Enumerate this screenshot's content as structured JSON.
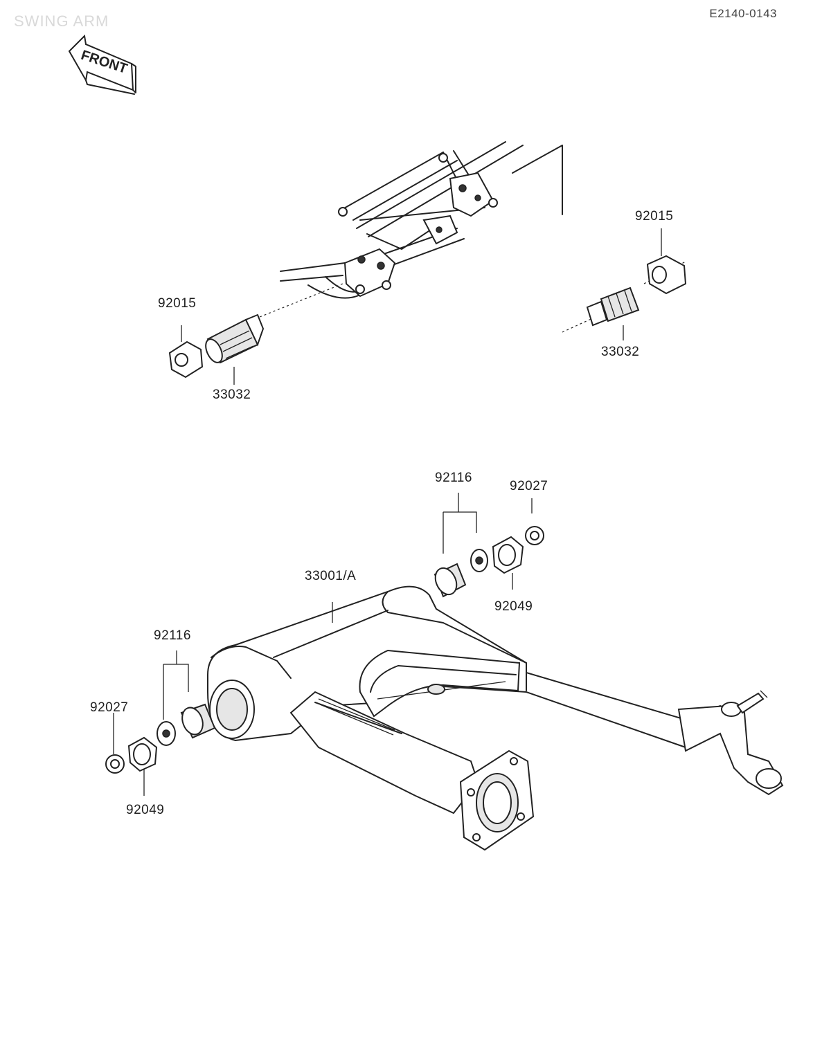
{
  "header": {
    "title": "SWING ARM",
    "diagram_code": "E2140-0143",
    "front_sign": "FRONT"
  },
  "parts": {
    "upper_left_nut": "92015",
    "upper_left_pivot": "33032",
    "upper_right_nut": "92015",
    "upper_right_pivot": "33032",
    "right_bearing_set": "92116",
    "right_cap": "92027",
    "right_seal": "92049",
    "swing_arm": "33001/A",
    "left_bearing_set": "92116",
    "left_cap": "92027",
    "left_seal": "92049"
  }
}
